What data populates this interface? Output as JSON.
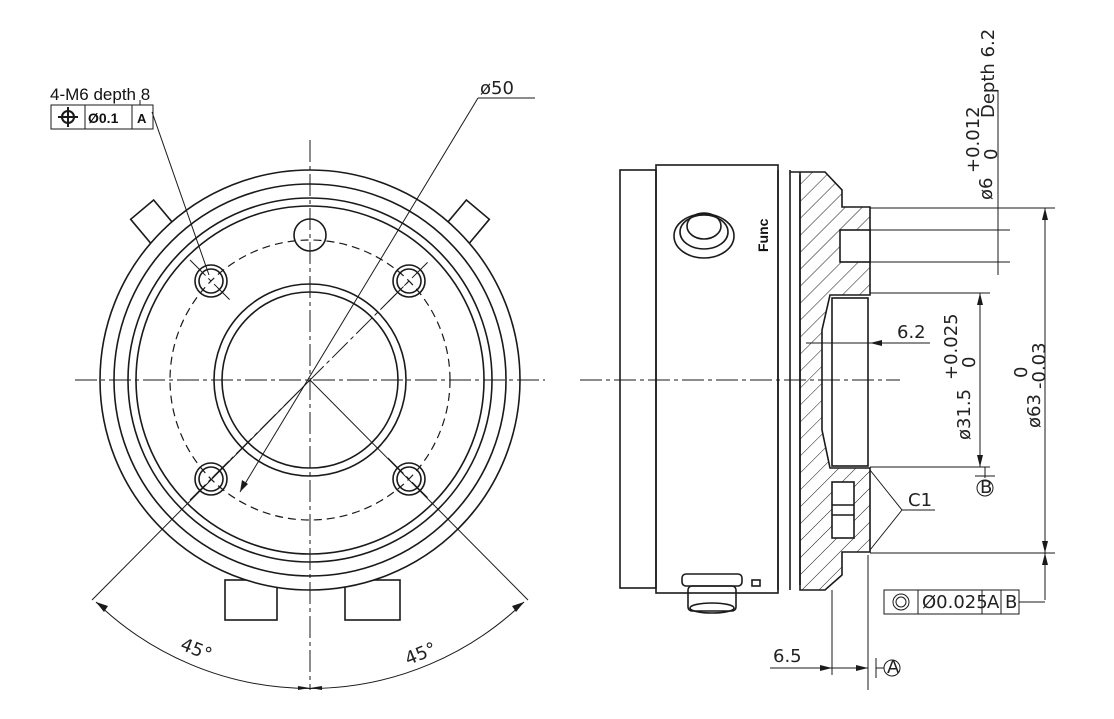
{
  "front_view": {
    "thread_note": "4-M6 depth 8",
    "fcf_position": {
      "symbol": "position-icon",
      "tolerance": "Ø0.1",
      "datum": "A"
    },
    "bolt_circle_dia": "ø50",
    "angle_left": "45°",
    "angle_right": "45°"
  },
  "side_view": {
    "label_func": "Func",
    "pin_hole_dia": "ø6",
    "pin_hole_tol_upper": "+0.012",
    "pin_hole_tol_lower": "0",
    "pin_depth": "Depth 6.2",
    "bore_depth": "6.2",
    "bore_dia": "ø31.5",
    "bore_tol_upper": "+0.025",
    "bore_tol_lower": "0",
    "spigot_dia": "ø63",
    "spigot_tol_upper": "0",
    "spigot_tol_lower": "-0.03",
    "chamfer": "C1",
    "flange_offset": "6.5",
    "datum_a": "A",
    "datum_b": "B",
    "fcf_concentricity": {
      "symbol": "concentricity-icon",
      "tolerance": "Ø0.025",
      "datum1": "A",
      "datum2": "B"
    }
  }
}
